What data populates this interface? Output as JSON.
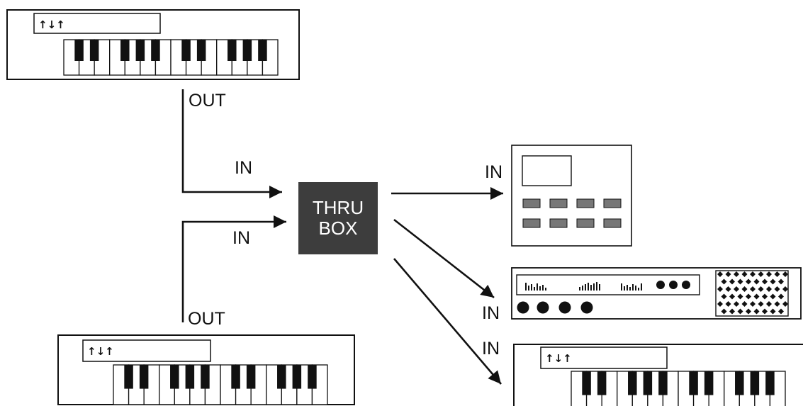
{
  "labels": {
    "out_top": "OUT",
    "out_bottom": "OUT",
    "in_upper": "IN",
    "in_lower": "IN",
    "in_module": "IN",
    "in_rack": "IN",
    "in_keyboard3": "IN",
    "thru_line1": "THRU",
    "thru_line2": "BOX"
  },
  "keyboard_display_text": "↑↓↑",
  "colors": {
    "line": "#111111",
    "thru_box": "#3d3d3d",
    "button_fill": "#777777"
  }
}
